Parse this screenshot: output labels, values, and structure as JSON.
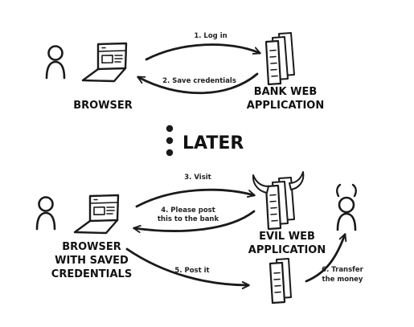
{
  "top": {
    "browser_label": "BROWSER",
    "bank_label_line1": "BANK WEB",
    "bank_label_line2": "APPLICATION",
    "step1": "1. Log in",
    "step2": "2. Save credentials"
  },
  "divider": {
    "label": "LATER"
  },
  "bottom": {
    "browser_label_line1": "BROWSER",
    "browser_label_line2": "WITH SAVED",
    "browser_label_line3": "CREDENTIALS",
    "evil_label_line1": "EVIL WEB",
    "evil_label_line2": "APPLICATION",
    "step3": "3. Visit",
    "step4_line1": "4. Please post",
    "step4_line2": "this to the bank",
    "step5": "5. Post it",
    "step6_line1": "6. Transfer",
    "step6_line2": "the money"
  },
  "icons": {
    "user": "person-icon",
    "laptop": "laptop-icon",
    "server": "server-icon",
    "attacker": "devil-icon",
    "horns": "horns-icon"
  }
}
